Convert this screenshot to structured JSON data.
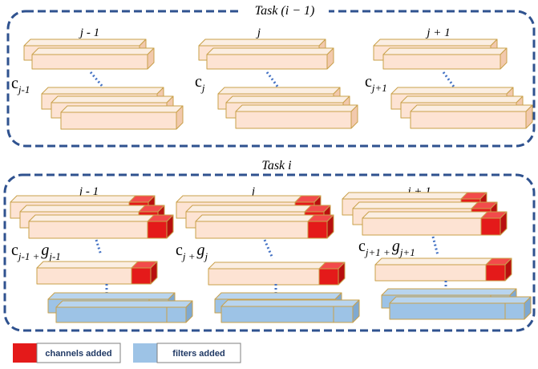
{
  "tasks": [
    {
      "title": "Task (i − 1)",
      "columns": [
        {
          "label": "j - 1",
          "c_main": "c",
          "c_sub": "j-1",
          "g_main": "",
          "g_sub": ""
        },
        {
          "label": "j",
          "c_main": "c",
          "c_sub": "j",
          "g_main": "",
          "g_sub": ""
        },
        {
          "label": "j + 1",
          "c_main": "c",
          "c_sub": "j+1",
          "g_main": "",
          "g_sub": ""
        }
      ]
    },
    {
      "title": "Task  i",
      "columns": [
        {
          "label": "j - 1",
          "c_main": "c",
          "c_sub": "j-1 +",
          "g_main": "g",
          "g_sub": "j-1"
        },
        {
          "label": "j",
          "c_main": "c",
          "c_sub": "j +",
          "g_main": "g",
          "g_sub": "j"
        },
        {
          "label": "j + 1",
          "c_main": "c",
          "c_sub": "j+1 +",
          "g_main": "g",
          "g_sub": "j+1"
        }
      ]
    }
  ],
  "legend": {
    "channels": "channels added",
    "filters": "filters added"
  },
  "colors": {
    "frame": "#2f528f",
    "block_fill": "#fde3d3",
    "block_top": "#fbeee2",
    "block_side": "#f2c9ad",
    "block_edge": "#c9a04a",
    "added_channel": "#e41a1a",
    "added_filter": "#9dc3e6",
    "dots": "#4472c4"
  }
}
